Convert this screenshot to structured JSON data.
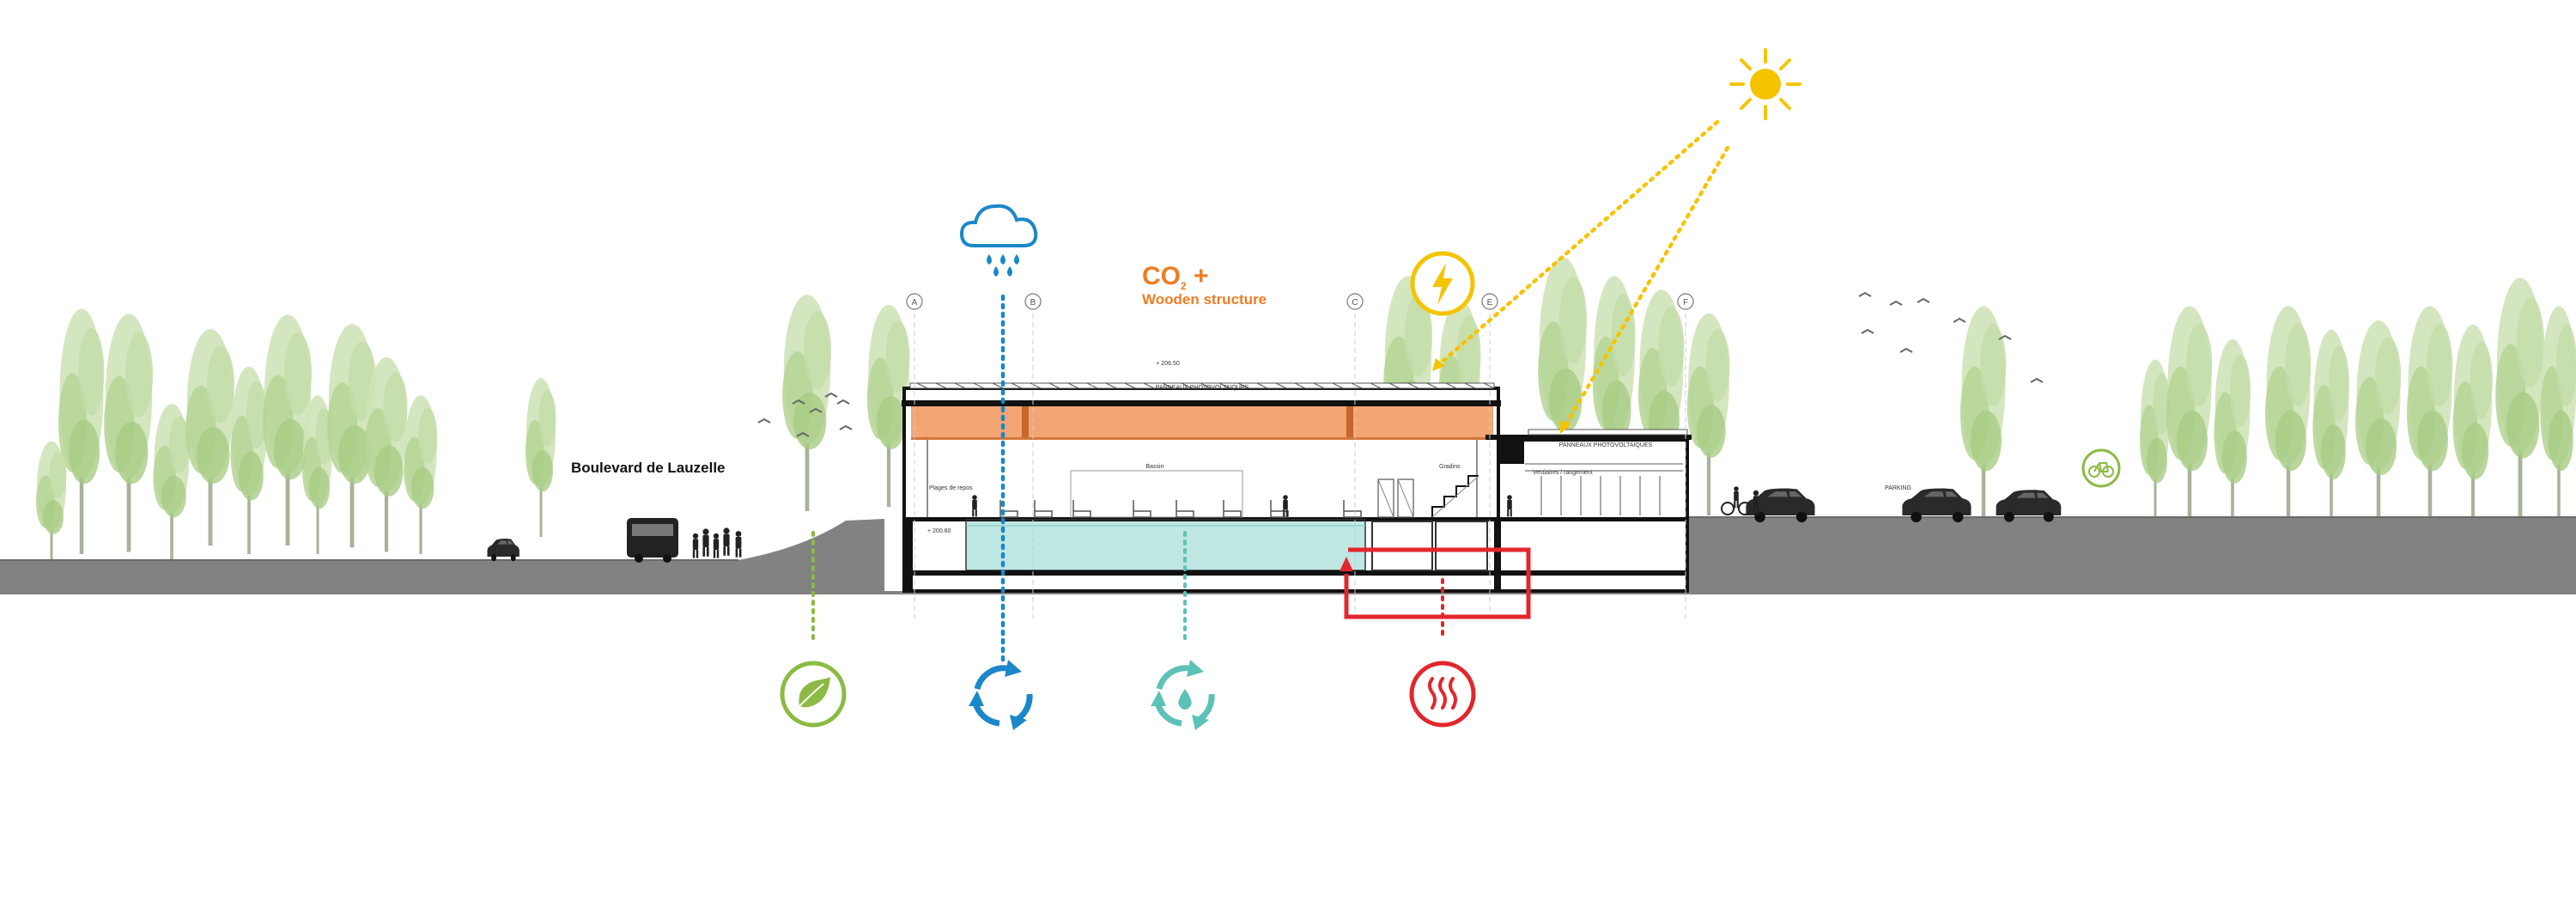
{
  "labels": {
    "street": "Boulevard de Lauzelle",
    "co2_main": "CO",
    "co2_sub": "2",
    "co2_plus": " +",
    "wooden_structure": "Wooden structure",
    "panels_main": "PANNEAUX PHOTOVOLTAIQUES",
    "panels_annex": "PANNEAUX PHOTOVOLTAIQUES",
    "parking": "PARKING",
    "level_roof": "+ 206.50",
    "level_deck": "+ 200.60",
    "room_left": "Plages de repos",
    "room_bassin": "Bassin",
    "room_gradins": "Gradins",
    "room_annex": "Vestiaires / rangement"
  },
  "grid_axes": [
    "A",
    "B",
    "C",
    "E",
    "F"
  ],
  "icons": [
    "cloud-rain-icon",
    "lightning-bolt-icon",
    "sun-icon",
    "leaf-icon",
    "water-cycle-icon",
    "water-recycle-icon",
    "heating-icon",
    "bicycle-icon"
  ],
  "colors": {
    "ground": "#828282",
    "pool": "#bfe7e3",
    "timber": "#f4a574",
    "orange": "#ee7d23",
    "sun": "#f5c400",
    "green": "#8cba44",
    "blue": "#1a87c9",
    "teal": "#5cc2b7",
    "red": "#e3262d"
  }
}
